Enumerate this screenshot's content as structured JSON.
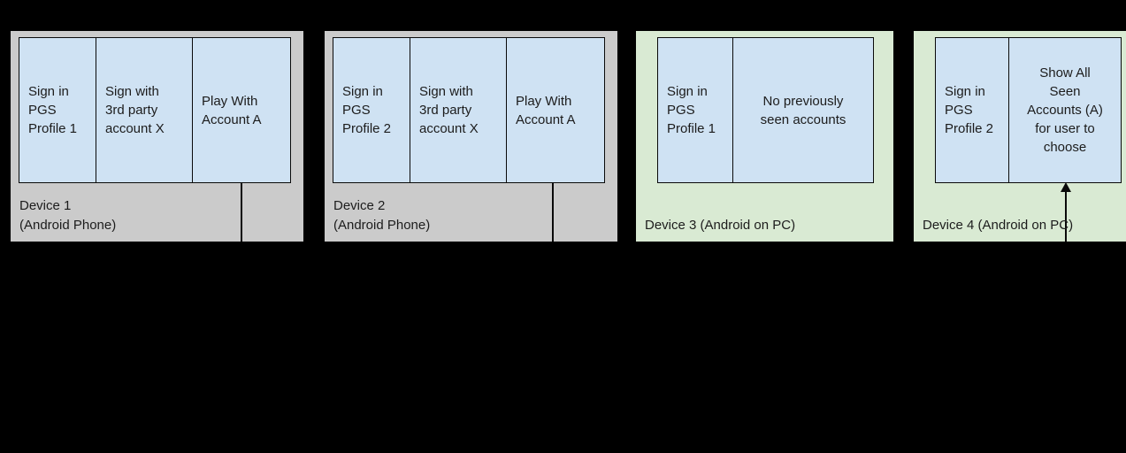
{
  "diagram": {
    "background_color": "#000000",
    "step_box_color": "#cfe2f3",
    "connector_color": "#0a0a0a",
    "devices": [
      {
        "label": "Device 1\n(Android Phone)",
        "panel_color": "#cbcbcb",
        "steps": [
          "Sign in\nPGS\nProfile 1",
          "Sign with\n3rd party\naccount X",
          "Play With\nAccount A"
        ],
        "connector": "vertical line down from Play With Account A"
      },
      {
        "label": "Device 2\n(Android Phone)",
        "panel_color": "#cbcbcb",
        "steps": [
          "Sign in\nPGS\nProfile 2",
          "Sign with\n3rd party\naccount X",
          "Play With\nAccount A"
        ],
        "connector": "vertical line down from Play With Account A"
      },
      {
        "label": "Device 3 (Android on PC)",
        "panel_color": "#d9ead3",
        "steps": [
          "Sign in\nPGS\nProfile 1",
          "No previously\nseen accounts"
        ],
        "connector": null
      },
      {
        "label": "Device 4 (Android on PC)",
        "panel_color": "#d9ead3",
        "steps": [
          "Sign in\nPGS\nProfile 2",
          "Show All\nSeen\nAccounts (A)\nfor user to\nchoose"
        ],
        "connector": "vertical arrow up into Show All Seen Accounts box"
      }
    ]
  }
}
